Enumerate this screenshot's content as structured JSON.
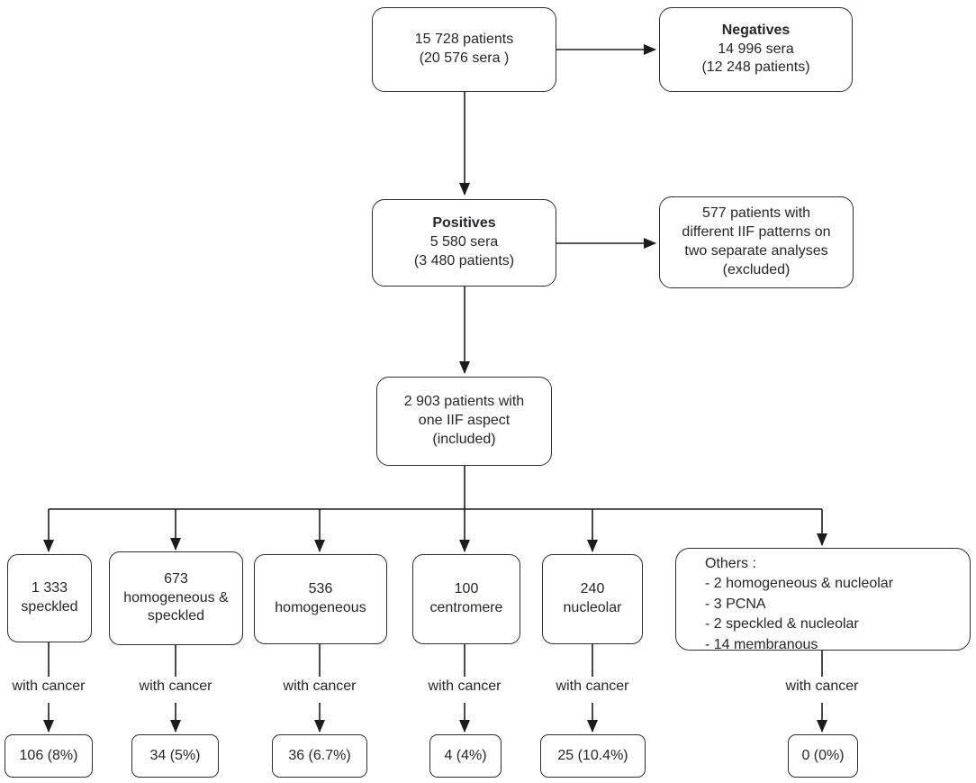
{
  "colors": {
    "background": "#ffffff",
    "border": "#2e2e32",
    "text": "#26262b",
    "line": "#1c1c1f"
  },
  "flow": {
    "root": {
      "lines": "15 728 patients\n(20 576 sera )"
    },
    "negatives": {
      "title": "Negatives",
      "lines": "14 996 sera\n(12 248 patients)"
    },
    "positives": {
      "title": "Positives",
      "lines": "5 580 sera\n(3 480 patients)"
    },
    "excluded": {
      "lines": "577 patients with\ndifferent IIF patterns on\ntwo separate analyses\n(excluded)"
    },
    "included": {
      "lines": "2 903 patients with\none IIF aspect\n(included)"
    },
    "branches": [
      {
        "id": "speckled",
        "label": "1 333\nspeckled",
        "connector": "with cancer",
        "result": "106 (8%)"
      },
      {
        "id": "homogeneous-speckled",
        "label": "673\nhomogeneous &\nspeckled",
        "connector": "with cancer",
        "result": "34 (5%)"
      },
      {
        "id": "homogeneous",
        "label": "536\nhomogeneous",
        "connector": "with cancer",
        "result": "36 (6.7%)"
      },
      {
        "id": "centromere",
        "label": "100\ncentromere",
        "connector": "with cancer",
        "result": "4 (4%)"
      },
      {
        "id": "nucleolar",
        "label": "240\nnucleolar",
        "connector": "with cancer",
        "result": "25 (10.4%)"
      },
      {
        "id": "others",
        "label": "Others :\n- 2 homogeneous & nucleolar\n- 3 PCNA\n- 2 speckled & nucleolar\n- 14 membranous",
        "connector": "with cancer",
        "result": "0 (0%)"
      }
    ]
  }
}
